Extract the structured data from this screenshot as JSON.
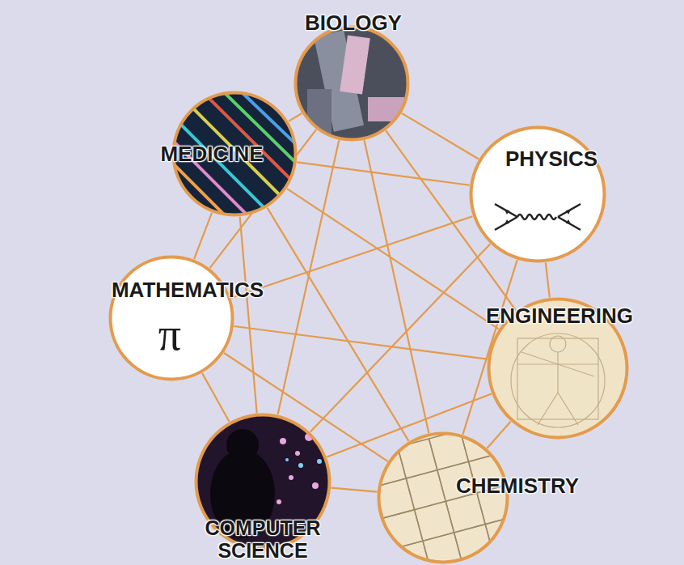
{
  "diagram": {
    "nodes": [
      {
        "text": [
          "BIOLOGY"
        ]
      },
      {
        "text": [
          "MEDICINE"
        ]
      },
      {
        "text": [
          "PHYSICS"
        ]
      },
      {
        "text": [
          "MATHEMATICS",
          "π"
        ]
      },
      {
        "text": [
          "ENGINEERING"
        ]
      },
      {
        "text": [
          "CHEMISTRY"
        ]
      },
      {
        "text": [
          "COMPUTER SCIENCE"
        ]
      }
    ],
    "edges": [
      {
        "from": 0,
        "to": 1,
        "arrow": "none"
      },
      {
        "from": 0,
        "to": 2,
        "arrow": "none"
      },
      {
        "from": 0,
        "to": 3,
        "arrow": "none"
      },
      {
        "from": 0,
        "to": 4,
        "arrow": "none"
      },
      {
        "from": 0,
        "to": 5,
        "arrow": "none"
      },
      {
        "from": 0,
        "to": 6,
        "arrow": "none"
      },
      {
        "from": 1,
        "to": 2,
        "arrow": "none"
      },
      {
        "from": 1,
        "to": 3,
        "arrow": "none"
      },
      {
        "from": 1,
        "to": 4,
        "arrow": "none"
      },
      {
        "from": 1,
        "to": 5,
        "arrow": "none"
      },
      {
        "from": 1,
        "to": 6,
        "arrow": "none"
      },
      {
        "from": 2,
        "to": 3,
        "arrow": "none"
      },
      {
        "from": 2,
        "to": 4,
        "arrow": "none"
      },
      {
        "from": 2,
        "to": 5,
        "arrow": "none"
      },
      {
        "from": 2,
        "to": 6,
        "arrow": "none"
      },
      {
        "from": 3,
        "to": 4,
        "arrow": "none"
      },
      {
        "from": 3,
        "to": 5,
        "arrow": "none"
      },
      {
        "from": 3,
        "to": 6,
        "arrow": "none"
      },
      {
        "from": 4,
        "to": 5,
        "arrow": "none"
      },
      {
        "from": 4,
        "to": 6,
        "arrow": "none"
      },
      {
        "from": 5,
        "to": 6,
        "arrow": "none"
      }
    ]
  }
}
